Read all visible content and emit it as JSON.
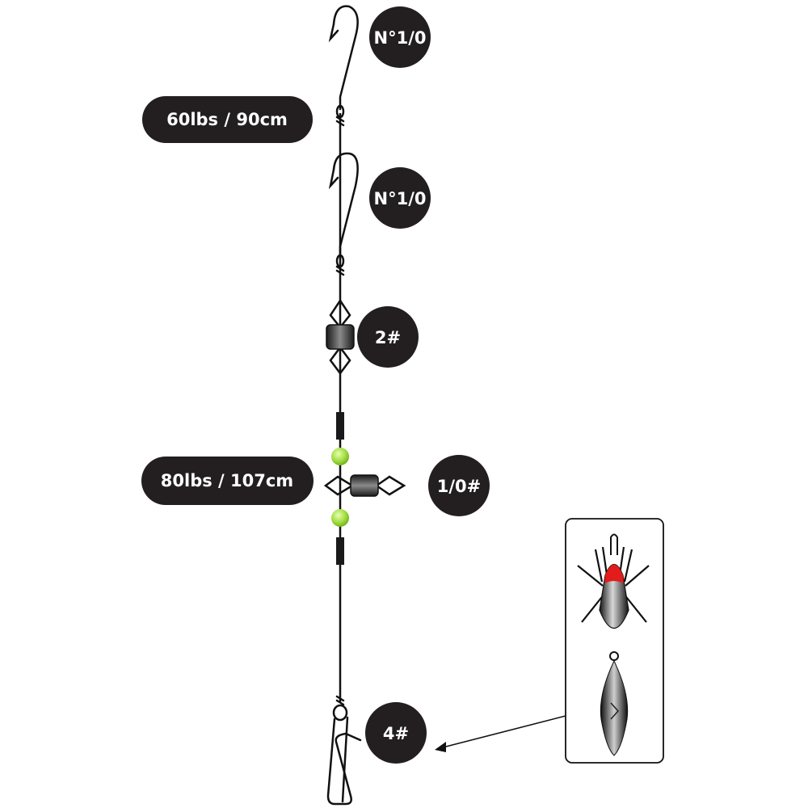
{
  "labels": {
    "hook_top": "N°1/0",
    "hook_middle": "N°1/0",
    "leader_upper": "60lbs / 90cm",
    "swivel_main": "2#",
    "leader_lower": "80lbs / 107cm",
    "swivel_side": "1/0#",
    "snap_bottom": "4#"
  },
  "colors": {
    "line": "#111111",
    "badge": "#231f20",
    "badge_text": "#ffffff",
    "bead": "#a6e34a",
    "weight_tip": "#e21b1b",
    "swivel_body": "#3a3a3a"
  }
}
